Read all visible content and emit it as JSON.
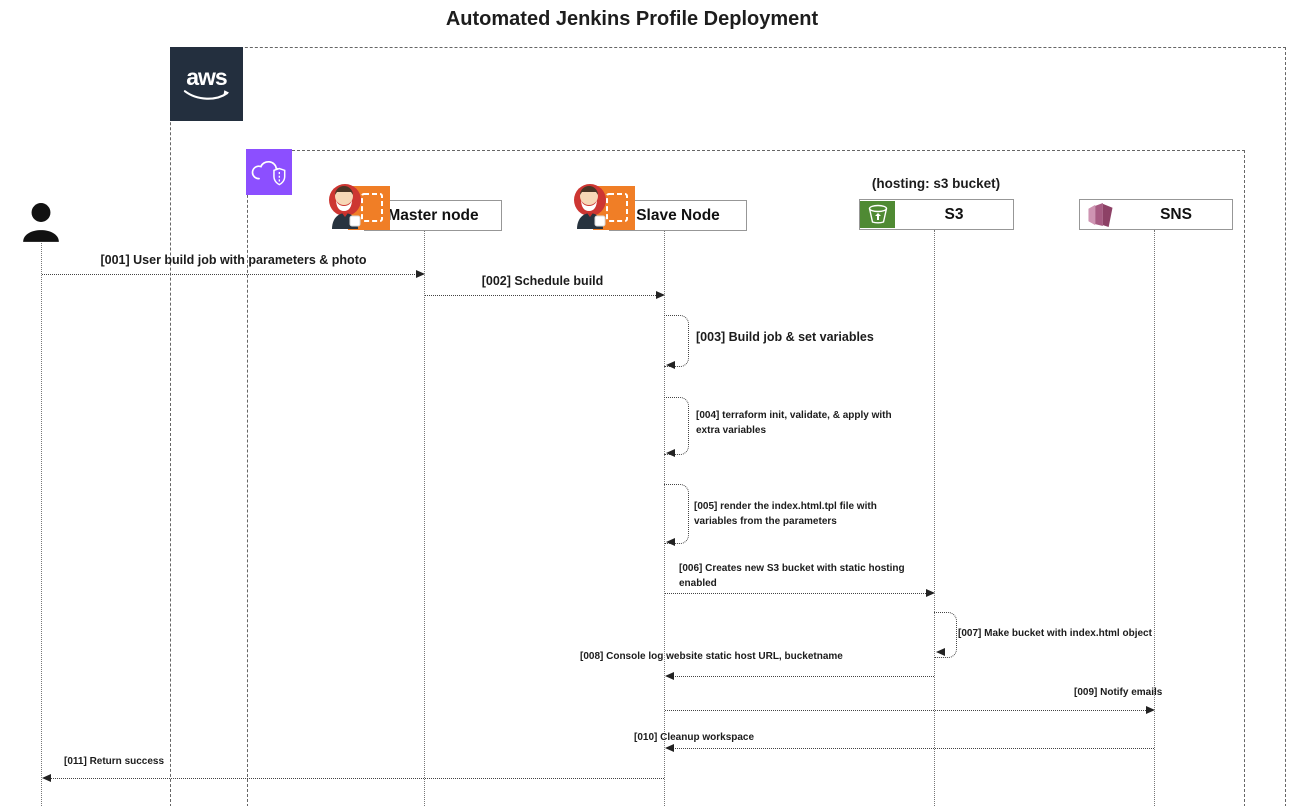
{
  "title": "Automated Jenkins Profile Deployment",
  "aws": {
    "logo_text": "aws"
  },
  "participants": {
    "user": {
      "icon": "person-icon"
    },
    "master": {
      "label": "Master node",
      "icon": "jenkins-butler-icon"
    },
    "slave": {
      "label": "Slave Node",
      "icon": "jenkins-butler-icon"
    },
    "s3": {
      "label": "S3",
      "note": "(hosting: s3 bucket)",
      "icon": "s3-bucket-icon"
    },
    "sns": {
      "label": "SNS",
      "icon": "sns-icon"
    }
  },
  "containers": {
    "aws_cloud": {
      "icon": "aws-logo"
    },
    "security_group": {
      "icon": "cloud-shield-icon"
    }
  },
  "colors": {
    "aws_navy": "#232F3E",
    "security_purple": "#8C4FFF",
    "jenkins_orange": "#F07E26",
    "s3_green": "#4F8A33",
    "sns_pink": "#A75B82"
  },
  "messages": [
    {
      "id": "001",
      "label": "[001] User build job with parameters & photo",
      "from": "user",
      "to": "master"
    },
    {
      "id": "002",
      "label": "[002] Schedule build",
      "from": "master",
      "to": "slave"
    },
    {
      "id": "003",
      "label": "[003] Build job & set variables",
      "from": "slave",
      "to": "slave",
      "self": true
    },
    {
      "id": "004",
      "label": "[004] terraform init, validate, & apply with extra variables",
      "from": "slave",
      "to": "slave",
      "self": true
    },
    {
      "id": "005",
      "label": "[005] render the index.html.tpl file with variables from the parameters",
      "from": "slave",
      "to": "slave",
      "self": true
    },
    {
      "id": "006",
      "label": "[006] Creates new S3 bucket with static hosting enabled",
      "from": "slave",
      "to": "s3"
    },
    {
      "id": "007",
      "label": "[007] Make bucket with index.html object",
      "from": "s3",
      "to": "s3",
      "self": true
    },
    {
      "id": "008",
      "label": "[008] Console log website static host URL, bucketname",
      "from": "s3",
      "to": "slave"
    },
    {
      "id": "009",
      "label": "[009] Notify emails",
      "from": "slave",
      "to": "sns"
    },
    {
      "id": "010",
      "label": "[010] Cleanup workspace",
      "from": "sns",
      "to": "slave"
    },
    {
      "id": "011",
      "label": "[011] Return success",
      "from": "slave",
      "to": "user"
    }
  ]
}
